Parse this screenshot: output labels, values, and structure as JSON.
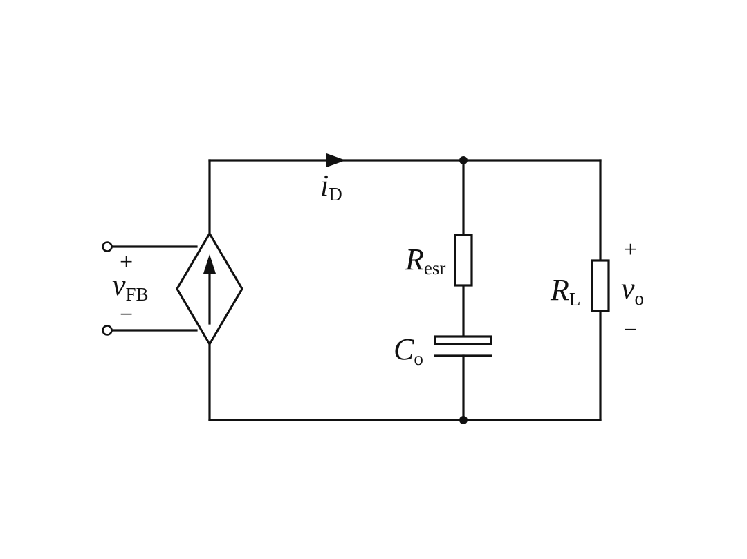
{
  "colors": {
    "line": "#111111",
    "background": "#ffffff"
  },
  "labels": {
    "current_symbol": "i",
    "current_sub": "D",
    "fb_symbol": "v",
    "fb_sub": "FB",
    "fb_plus": "+",
    "fb_minus": "−",
    "resr_symbol": "R",
    "resr_sub": "esr",
    "cap_symbol": "C",
    "cap_sub": "o",
    "rl_symbol": "R",
    "rl_sub": "L",
    "vo_symbol": "v",
    "vo_sub": "o",
    "vo_plus": "+",
    "vo_minus": "−"
  },
  "components": [
    {
      "type": "dependent-current-source",
      "controlled_by": "vFB",
      "output": "iD",
      "direction": "up"
    },
    {
      "type": "resistor",
      "name": "Resr"
    },
    {
      "type": "capacitor",
      "name": "Co"
    },
    {
      "type": "resistor",
      "name": "RL"
    }
  ]
}
